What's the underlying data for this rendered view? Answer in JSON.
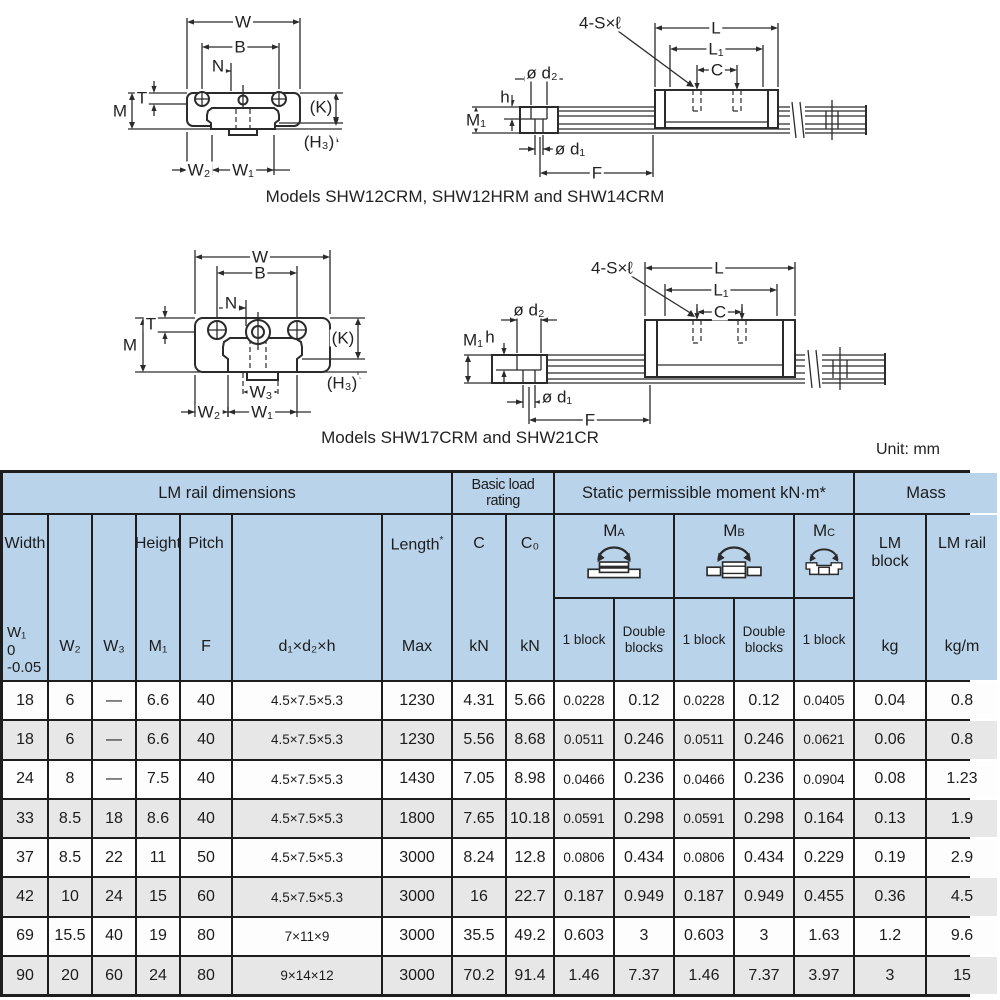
{
  "diagrams": {
    "caption1": "Models SHW12CRM, SHW12HRM and SHW14CRM",
    "caption2": "Models SHW17CRM and SHW21CR",
    "unit": "Unit: mm",
    "cross1": {
      "W": "W",
      "B": "B",
      "N": "N",
      "T": "T",
      "M": "M",
      "K": "(K)",
      "H3": "(H₃)",
      "W2": "W₂",
      "W1": "W₁"
    },
    "side1": {
      "S": "4-S×ℓ",
      "L": "L",
      "L1": "L₁",
      "C": "C",
      "d2": "ø d₂",
      "h": "h",
      "M1": "M₁",
      "d1": "ø d₁",
      "F": "F"
    },
    "cross2": {
      "W": "W",
      "B": "B",
      "N": "N",
      "T": "T",
      "M": "M",
      "K": "(K)",
      "H3": "(H₃)",
      "W3": "W₃",
      "W2": "W₂",
      "W1": "W₁"
    },
    "side2": {
      "S": "4-S×ℓ",
      "L": "L",
      "L1": "L₁",
      "C": "C",
      "d2": "ø d₂",
      "h": "h",
      "M1": "M₁",
      "d1": "ø d₁",
      "F": "F"
    }
  },
  "colors": {
    "header_bg": "#b9d3eb",
    "row_bg": "#fdfdfd",
    "row_alt_bg": "#e7e7e7",
    "border": "#1d1d1d"
  },
  "table": {
    "groups": [
      "LM rail dimensions",
      "Basic load rating",
      "Static permissible moment kN·m*",
      "Mass"
    ],
    "head": {
      "width_top": "Width",
      "width_sym": "W₁",
      "width_tol_a": "0",
      "width_tol_b": "-0.05",
      "w2": "W₂",
      "w3": "W₃",
      "height_top": "Height",
      "m1": "M₁",
      "pitch_top": "Pitch",
      "f": "F",
      "d_formula": "d₁×d₂×h",
      "length_top": "Length",
      "length_star": "*",
      "length_bot": "Max",
      "c": "C",
      "c0": "C₀",
      "kn": "kN",
      "ma": "M",
      "ma_sub": "A",
      "mb": "M",
      "mb_sub": "B",
      "mc": "M",
      "mc_sub": "C",
      "one_block": "1 block",
      "double_blocks": "Double blocks",
      "lm_block": "LM block",
      "kg": "kg",
      "lm_rail": "LM rail",
      "kg_m": "kg/m"
    },
    "rows": [
      [
        "18",
        "6",
        "—",
        "6.6",
        "40",
        "4.5×7.5×5.3",
        "1230",
        "4.31",
        "5.66",
        "0.0228",
        "0.12",
        "0.0228",
        "0.12",
        "0.0405",
        "0.04",
        "0.8"
      ],
      [
        "18",
        "6",
        "—",
        "6.6",
        "40",
        "4.5×7.5×5.3",
        "1230",
        "5.56",
        "8.68",
        "0.0511",
        "0.246",
        "0.0511",
        "0.246",
        "0.0621",
        "0.06",
        "0.8"
      ],
      [
        "24",
        "8",
        "—",
        "7.5",
        "40",
        "4.5×7.5×5.3",
        "1430",
        "7.05",
        "8.98",
        "0.0466",
        "0.236",
        "0.0466",
        "0.236",
        "0.0904",
        "0.08",
        "1.23"
      ],
      [
        "33",
        "8.5",
        "18",
        "8.6",
        "40",
        "4.5×7.5×5.3",
        "1800",
        "7.65",
        "10.18",
        "0.0591",
        "0.298",
        "0.0591",
        "0.298",
        "0.164",
        "0.13",
        "1.9"
      ],
      [
        "37",
        "8.5",
        "22",
        "11",
        "50",
        "4.5×7.5×5.3",
        "3000",
        "8.24",
        "12.8",
        "0.0806",
        "0.434",
        "0.0806",
        "0.434",
        "0.229",
        "0.19",
        "2.9"
      ],
      [
        "42",
        "10",
        "24",
        "15",
        "60",
        "4.5×7.5×5.3",
        "3000",
        "16",
        "22.7",
        "0.187",
        "0.949",
        "0.187",
        "0.949",
        "0.455",
        "0.36",
        "4.5"
      ],
      [
        "69",
        "15.5",
        "40",
        "19",
        "80",
        "7×11×9",
        "3000",
        "35.5",
        "49.2",
        "0.603",
        "3",
        "0.603",
        "3",
        "1.63",
        "1.2",
        "9.6"
      ],
      [
        "90",
        "20",
        "60",
        "24",
        "80",
        "9×14×12",
        "3000",
        "70.2",
        "91.4",
        "1.46",
        "7.37",
        "1.46",
        "7.37",
        "3.97",
        "3",
        "15"
      ]
    ]
  }
}
